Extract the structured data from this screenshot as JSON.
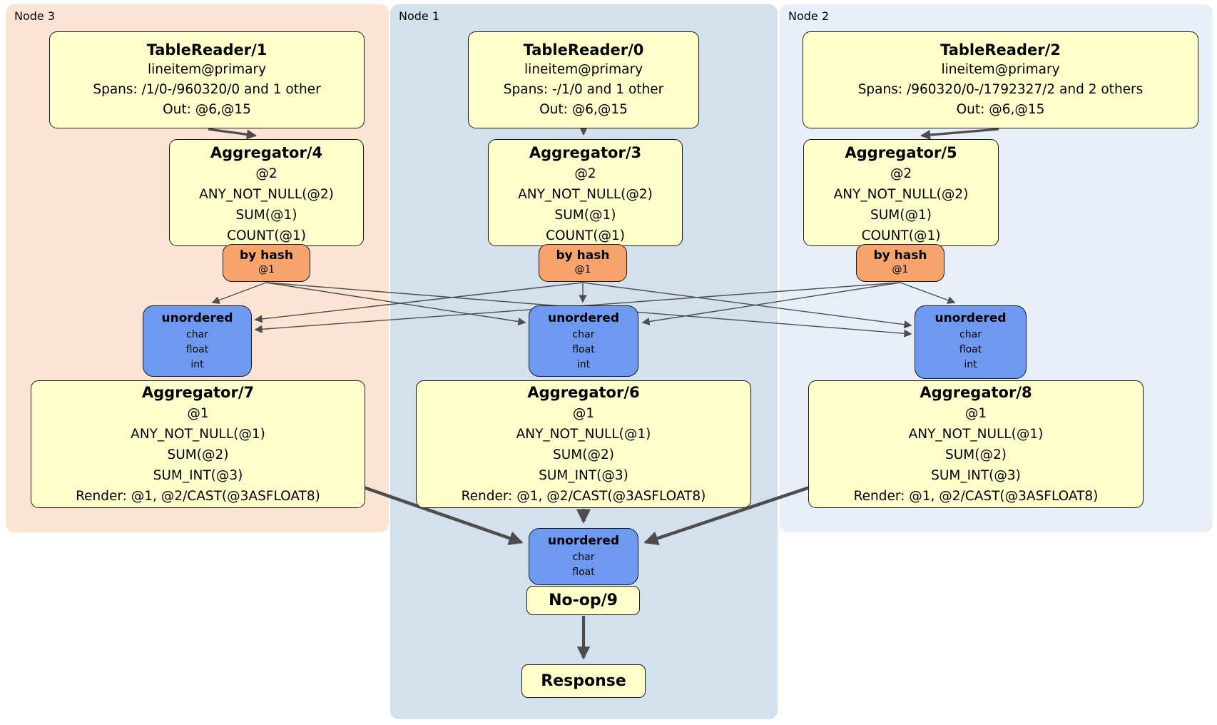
{
  "regions": {
    "node3": {
      "label": "Node 3"
    },
    "node1": {
      "label": "Node 1"
    },
    "node2": {
      "label": "Node 2"
    }
  },
  "ops": {
    "tr1": {
      "title": "TableReader/1",
      "lines": [
        "lineitem@primary",
        "Spans: /1/0-/960320/0 and 1 other",
        "Out: @6,@15"
      ]
    },
    "tr0": {
      "title": "TableReader/0",
      "lines": [
        "lineitem@primary",
        "Spans: -/1/0 and 1 other",
        "Out: @6,@15"
      ]
    },
    "tr2": {
      "title": "TableReader/2",
      "lines": [
        "lineitem@primary",
        "Spans: /960320/0-/1792327/2 and 2 others",
        "Out: @6,@15"
      ]
    },
    "agg4": {
      "title": "Aggregator/4",
      "lines": [
        "@2",
        "ANY_NOT_NULL(@2)",
        "SUM(@1)",
        "COUNT(@1)"
      ]
    },
    "agg3": {
      "title": "Aggregator/3",
      "lines": [
        "@2",
        "ANY_NOT_NULL(@2)",
        "SUM(@1)",
        "COUNT(@1)"
      ]
    },
    "agg5": {
      "title": "Aggregator/5",
      "lines": [
        "@2",
        "ANY_NOT_NULL(@2)",
        "SUM(@1)",
        "COUNT(@1)"
      ]
    },
    "hash_left": {
      "title": "by hash",
      "sub": "@1"
    },
    "hash_center": {
      "title": "by hash",
      "sub": "@1"
    },
    "hash_right": {
      "title": "by hash",
      "sub": "@1"
    },
    "uno_left": {
      "title": "unordered",
      "lines": [
        "char",
        "float",
        "int"
      ]
    },
    "uno_center": {
      "title": "unordered",
      "lines": [
        "char",
        "float",
        "int"
      ]
    },
    "uno_right": {
      "title": "unordered",
      "lines": [
        "char",
        "float",
        "int"
      ]
    },
    "agg7": {
      "title": "Aggregator/7",
      "lines": [
        "@1",
        "ANY_NOT_NULL(@1)",
        "SUM(@2)",
        "SUM_INT(@3)",
        "Render: @1, @2/CAST(@3ASFLOAT8)"
      ]
    },
    "agg6": {
      "title": "Aggregator/6",
      "lines": [
        "@1",
        "ANY_NOT_NULL(@1)",
        "SUM(@2)",
        "SUM_INT(@3)",
        "Render: @1, @2/CAST(@3ASFLOAT8)"
      ]
    },
    "agg8": {
      "title": "Aggregator/8",
      "lines": [
        "@1",
        "ANY_NOT_NULL(@1)",
        "SUM(@2)",
        "SUM_INT(@3)",
        "Render: @1, @2/CAST(@3ASFLOAT8)"
      ]
    },
    "uno_bottom": {
      "title": "unordered",
      "lines": [
        "char",
        "float"
      ]
    },
    "noop": {
      "title": "No-op/9"
    },
    "response": {
      "title": "Response"
    }
  },
  "colors": {
    "node3_bg": "#fce4d4",
    "node1_bg": "#d3e1ec",
    "node2_bg": "#e8eff8",
    "op_fill": "#ffffcc",
    "router_fill": "#f6a46b",
    "sync_fill": "#6d9af0",
    "edge": "#4d4d4d"
  }
}
